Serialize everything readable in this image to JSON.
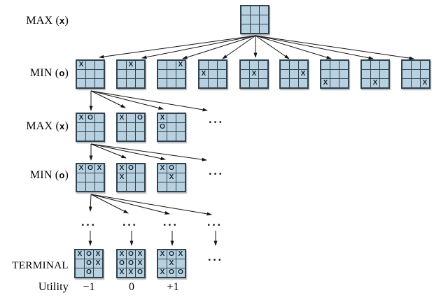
{
  "row_labels": {
    "l0": {
      "name": "MAX",
      "letter": "x"
    },
    "l1": {
      "name": "MIN",
      "letter": "o"
    },
    "l2": {
      "name": "MAX",
      "letter": "x"
    },
    "l3": {
      "name": "MIN",
      "letter": "o"
    },
    "terminal": {
      "name": "TERMINAL"
    }
  },
  "punct": {
    "open": "(",
    "close": ")"
  },
  "ellipsis": "...",
  "utility": {
    "label": "Utility",
    "values": [
      "−1",
      "0",
      "+1"
    ]
  },
  "boards": {
    "root": [
      [
        "",
        "",
        "",
        "",
        "",
        "",
        "",
        "",
        ""
      ]
    ],
    "min1": [
      [
        "X",
        "",
        "",
        "",
        "",
        "",
        "",
        "",
        ""
      ],
      [
        "",
        "X",
        "",
        "",
        "",
        "",
        "",
        "",
        ""
      ],
      [
        "",
        "",
        "X",
        "",
        "",
        "",
        "",
        "",
        ""
      ],
      [
        "",
        "",
        "",
        "X",
        "",
        "",
        "",
        "",
        ""
      ],
      [
        "",
        "",
        "",
        "",
        "X",
        "",
        "",
        "",
        ""
      ],
      [
        "",
        "",
        "",
        "",
        "",
        "X",
        "",
        "",
        ""
      ],
      [
        "",
        "",
        "",
        "",
        "",
        "",
        "X",
        "",
        ""
      ],
      [
        "",
        "",
        "",
        "",
        "",
        "",
        "",
        "X",
        ""
      ],
      [
        "",
        "",
        "",
        "",
        "",
        "",
        "",
        "",
        "X"
      ]
    ],
    "max2": [
      [
        "X",
        "O",
        "",
        "",
        "",
        "",
        "",
        "",
        ""
      ],
      [
        "X",
        "",
        "O",
        "",
        "",
        "",
        "",
        "",
        ""
      ],
      [
        "X",
        "",
        "",
        "O",
        "",
        "",
        "",
        "",
        ""
      ]
    ],
    "min3": [
      [
        "X",
        "O",
        "X",
        "",
        "",
        "",
        "",
        "",
        ""
      ],
      [
        "X",
        "O",
        "",
        "X",
        "",
        "",
        "",
        "",
        ""
      ],
      [
        "X",
        "O",
        "",
        "",
        "X",
        "",
        "",
        "",
        ""
      ]
    ],
    "terminal": [
      [
        "X",
        "O",
        "X",
        "",
        "O",
        "X",
        "",
        "O",
        ""
      ],
      [
        "X",
        "O",
        "X",
        "O",
        "O",
        "X",
        "X",
        "X",
        "O"
      ],
      [
        "X",
        "O",
        "X",
        "",
        "X",
        "",
        "X",
        "O",
        "O"
      ]
    ]
  }
}
